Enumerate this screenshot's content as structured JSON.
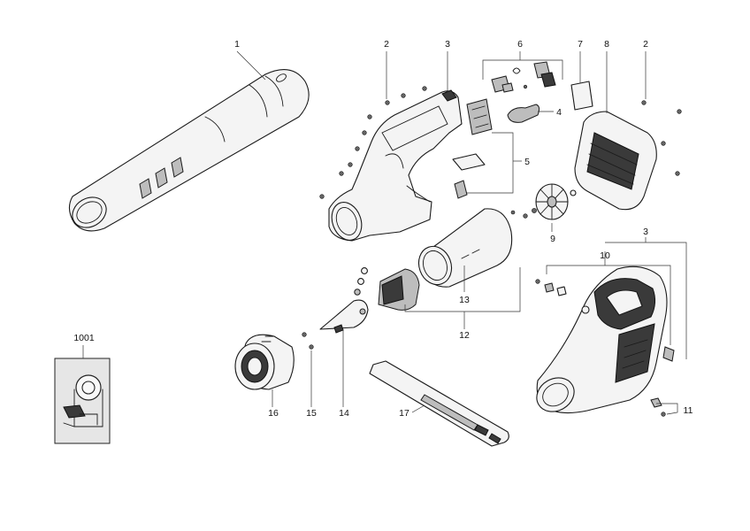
{
  "diagram": {
    "callouts": {
      "c1": "1",
      "c2a": "2",
      "c3a": "3",
      "c6": "6",
      "c7": "7",
      "c8": "8",
      "c2b": "2",
      "c4": "4",
      "c5": "5",
      "c9": "9",
      "c3b": "3",
      "c10": "10",
      "c13": "13",
      "c12": "12",
      "c1001": "1001",
      "c16": "16",
      "c15": "15",
      "c14": "14",
      "c17": "17",
      "c11": "11"
    }
  }
}
